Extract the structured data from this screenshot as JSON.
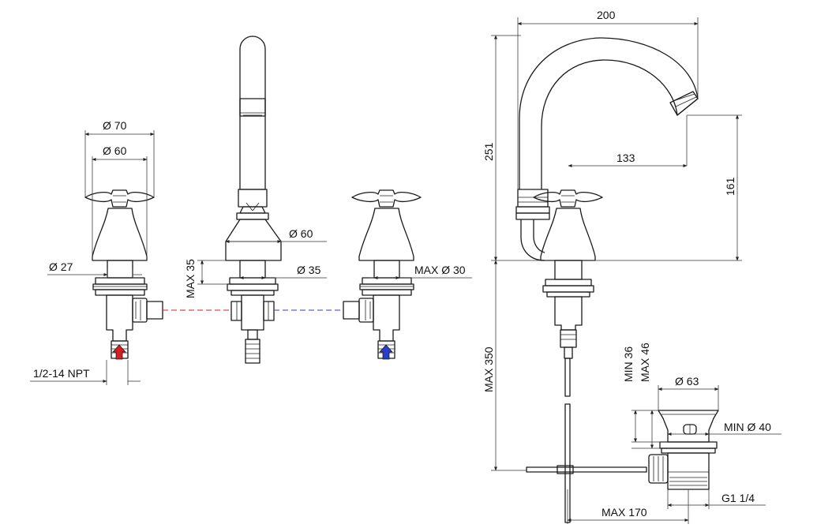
{
  "dimensions": {
    "valve_flange_diameter": "Ø 70",
    "valve_body_diameter": "Ø 60",
    "valve_stem_diameter": "Ø 27",
    "inlet_thread": "1/2-14 NPT",
    "spout_base_diameter": "Ø 60",
    "spout_shank_diameter": "Ø 35",
    "max_deck_thickness": "MAX 35",
    "max_hole_diameter": "MAX Ø 30",
    "spout_reach": "200",
    "spout_height": "251",
    "outlet_offset": "133",
    "outlet_height": "161",
    "max_supply_length": "MAX 350",
    "drain_min_thickness": "MIN 36",
    "drain_max_thickness": "MAX 46",
    "drain_flange_diameter": "Ø 63",
    "drain_min_hole": "MIN Ø 40",
    "max_pop_up_reach": "MAX 170",
    "drain_thread": "G1 1/4"
  },
  "colors": {
    "hot": "#d81e1e",
    "cold": "#2a3fc9",
    "line": "#1a1a1a"
  },
  "icons": {
    "hot_inlet": "arrow-up-red",
    "cold_inlet": "arrow-up-blue"
  }
}
